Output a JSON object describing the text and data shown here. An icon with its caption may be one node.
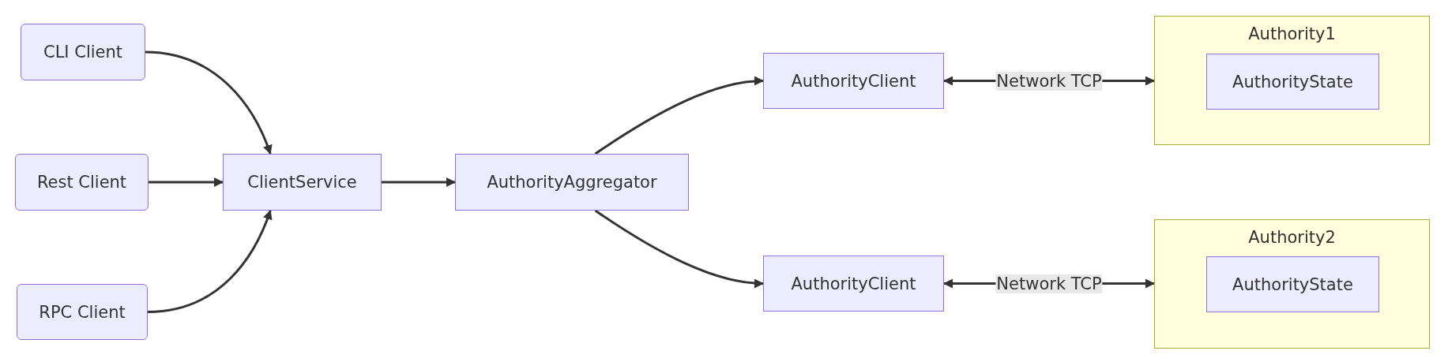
{
  "diagram": {
    "nodes": [
      {
        "text": [
          "CLI Client"
        ]
      },
      {
        "text": [
          "Rest Client"
        ]
      },
      {
        "text": [
          "RPC Client"
        ]
      },
      {
        "text": [
          "ClientService"
        ]
      },
      {
        "text": [
          "AuthorityAggregator"
        ]
      },
      {
        "text": [
          "AuthorityClient"
        ]
      },
      {
        "text": [
          "Authority1"
        ]
      },
      {
        "text": [
          "AuthorityState"
        ],
        "in": 6
      },
      {
        "text": [
          "AuthorityClient"
        ]
      },
      {
        "text": [
          "Authority2"
        ]
      },
      {
        "text": [
          "AuthorityState"
        ],
        "in": 9
      }
    ],
    "edges": [
      {
        "from": 0,
        "to": 3,
        "arrow": "to"
      },
      {
        "from": 1,
        "to": 3,
        "arrow": "to"
      },
      {
        "from": 2,
        "to": 3,
        "arrow": "to"
      },
      {
        "from": 3,
        "to": 4,
        "arrow": "to"
      },
      {
        "from": 4,
        "to": 5,
        "arrow": "to"
      },
      {
        "from": 4,
        "to": 8,
        "arrow": "to"
      },
      {
        "from": 5,
        "to": 6,
        "arrow": "both",
        "label": "Network TCP"
      },
      {
        "from": 8,
        "to": 9,
        "arrow": "both",
        "label": "Network TCP"
      }
    ]
  }
}
